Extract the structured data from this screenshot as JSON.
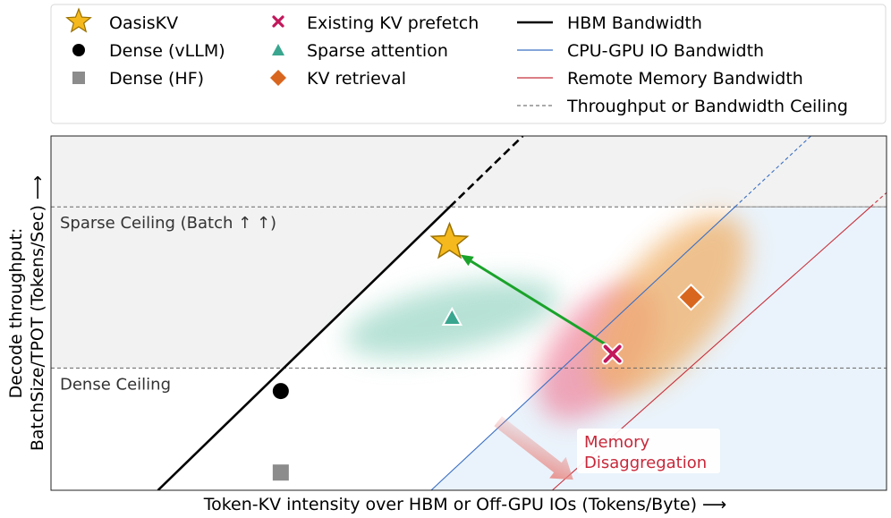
{
  "colors": {
    "hbm": "#000000",
    "cpu_gpu": "#3a6fc4",
    "remote": "#c8303c",
    "ceiling": "#666666",
    "ceiling_band": "#f2f2f2",
    "io_region": "#eaf3fb",
    "star": "#f5b91d",
    "star_edge": "#9a7000",
    "dense_vllm": "#000000",
    "dense_hf": "#8c8c8c",
    "prefetch": "#c2185b",
    "sparse": "#3aa68f",
    "retrieval": "#d9661f",
    "arrow_green": "#1aa32a",
    "arrow_disagg": "#e8857f",
    "disagg_text": "#c8283a",
    "text_dark": "#333333"
  },
  "legend": {
    "items": [
      {
        "marker": "star",
        "label": "OasisKV"
      },
      {
        "marker": "circle",
        "label": "Dense (vLLM)"
      },
      {
        "marker": "square",
        "label": "Dense (HF)"
      },
      {
        "marker": "x",
        "label": "Existing KV prefetch"
      },
      {
        "marker": "triangle",
        "label": "Sparse attention"
      },
      {
        "marker": "diamond",
        "label": "KV retrieval"
      },
      {
        "marker": "line-hbm",
        "label": "HBM Bandwidth"
      },
      {
        "marker": "line-cpu",
        "label": "CPU-GPU IO Bandwidth"
      },
      {
        "marker": "line-remote",
        "label": "Remote Memory Bandwidth"
      },
      {
        "marker": "line-dashed",
        "label": "Throughput or Bandwidth Ceiling"
      }
    ]
  },
  "chart_data": {
    "type": "scatter",
    "title": "",
    "xlabel": "Token-KV intensity over HBM or Off-GPU IOs (Tokens/Byte)  ⟶",
    "ylabel_line1": "Decode throughput:",
    "ylabel_line2": "BatchSize/TPOT (Tokens/Sec)  ⟶",
    "xlim": [
      0,
      1
    ],
    "ylim": [
      0,
      1
    ],
    "ticks": "none",
    "grid": false,
    "legend_position": "top",
    "ceilings": [
      {
        "name": "Sparse Ceiling",
        "label": "Sparse Ceiling (Batch ↑ ↑)",
        "y": 0.8
      },
      {
        "name": "Dense Ceiling",
        "label": "Dense Ceiling",
        "y": 0.345
      }
    ],
    "bandwidth_lines": [
      {
        "name": "HBM Bandwidth",
        "x0": 0.128,
        "slope": 2.29,
        "style": "solid-thick",
        "dashed_above": 0.8
      },
      {
        "name": "CPU-GPU IO Bandwidth",
        "x0": 0.455,
        "slope": 2.2,
        "style": "solid-thin",
        "dashed_above": 0.8
      },
      {
        "name": "Remote Memory Bandwidth",
        "x0": 0.6,
        "slope": 2.1,
        "style": "solid-thin",
        "dashed_above": 0.8
      }
    ],
    "points": [
      {
        "series": "OasisKV",
        "marker": "star",
        "x": 0.477,
        "y": 0.7
      },
      {
        "series": "Dense (vLLM)",
        "marker": "circle",
        "x": 0.275,
        "y": 0.28
      },
      {
        "series": "Dense (HF)",
        "marker": "square",
        "x": 0.275,
        "y": 0.05
      },
      {
        "series": "Existing KV prefetch",
        "marker": "x",
        "x": 0.672,
        "y": 0.385
      },
      {
        "series": "Sparse attention",
        "marker": "triangle",
        "x": 0.48,
        "y": 0.485
      },
      {
        "series": "KV retrieval",
        "marker": "diamond",
        "x": 0.766,
        "y": 0.545
      }
    ],
    "clouds": [
      {
        "series": "Sparse attention",
        "cx": 0.48,
        "cy": 0.485,
        "rx": 0.13,
        "ry": 0.035,
        "angle": -12,
        "color": "#9fd8c7"
      },
      {
        "series": "Existing KV prefetch",
        "cx": 0.655,
        "cy": 0.39,
        "rx": 0.095,
        "ry": 0.048,
        "angle": -52,
        "color": "#ef8aa2"
      },
      {
        "series": "KV retrieval",
        "cx": 0.74,
        "cy": 0.52,
        "rx": 0.13,
        "ry": 0.055,
        "angle": -52,
        "color": "#f0b069"
      }
    ],
    "arrows": [
      {
        "name": "prefetch-to-oasiskv",
        "from": [
          0.665,
          0.41
        ],
        "to": [
          0.49,
          0.665
        ]
      },
      {
        "name": "memory-disaggregation",
        "from": [
          0.535,
          0.195
        ],
        "to": [
          0.625,
          0.03
        ]
      }
    ],
    "annotations": {
      "disaggregation_line1": "Memory",
      "disaggregation_line2": "Disaggregation"
    }
  }
}
